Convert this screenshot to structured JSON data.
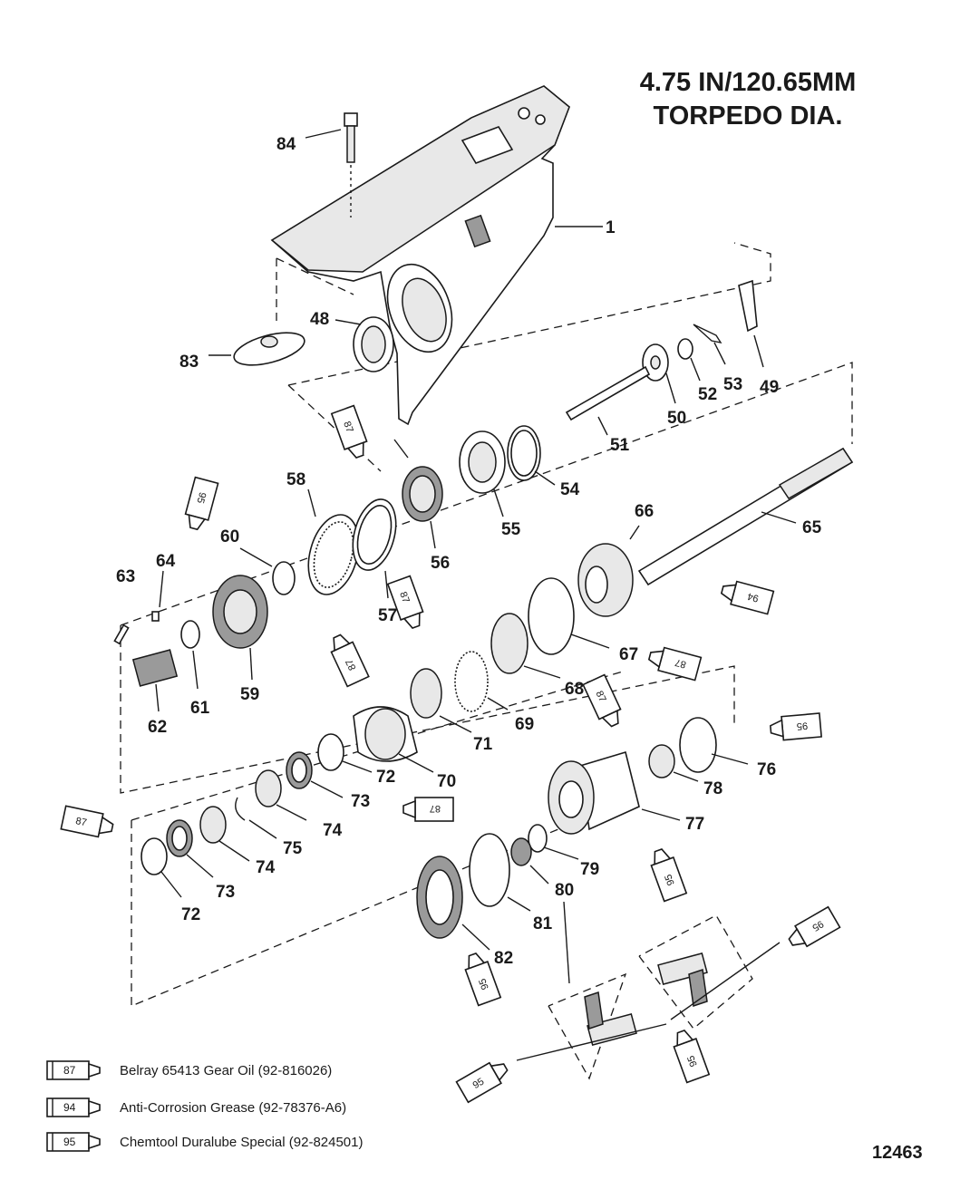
{
  "heading": {
    "line1": "4.75 IN/120.65MM",
    "line2": "TORPEDO DIA."
  },
  "figure_id": "12463",
  "callouts": [
    "84",
    "1",
    "48",
    "83",
    "49",
    "53",
    "52",
    "50",
    "51",
    "87",
    "54",
    "55",
    "56",
    "58",
    "57",
    "66",
    "65",
    "95",
    "64",
    "60",
    "63",
    "59",
    "61",
    "62",
    "67",
    "68",
    "69",
    "71",
    "70",
    "72",
    "73",
    "74",
    "75",
    "76",
    "78",
    "77",
    "79",
    "80",
    "81",
    "82"
  ],
  "tube_labels": {
    "gear_oil": "87",
    "grease": "94",
    "duralube": "95"
  },
  "legend": [
    {
      "code": "87",
      "text": "Belray 65413 Gear Oil (92-816026)"
    },
    {
      "code": "94",
      "text": "Anti-Corrosion Grease (92-78376-A6)"
    },
    {
      "code": "95",
      "text": "Chemtool Duralube Special (92-824501)"
    }
  ]
}
